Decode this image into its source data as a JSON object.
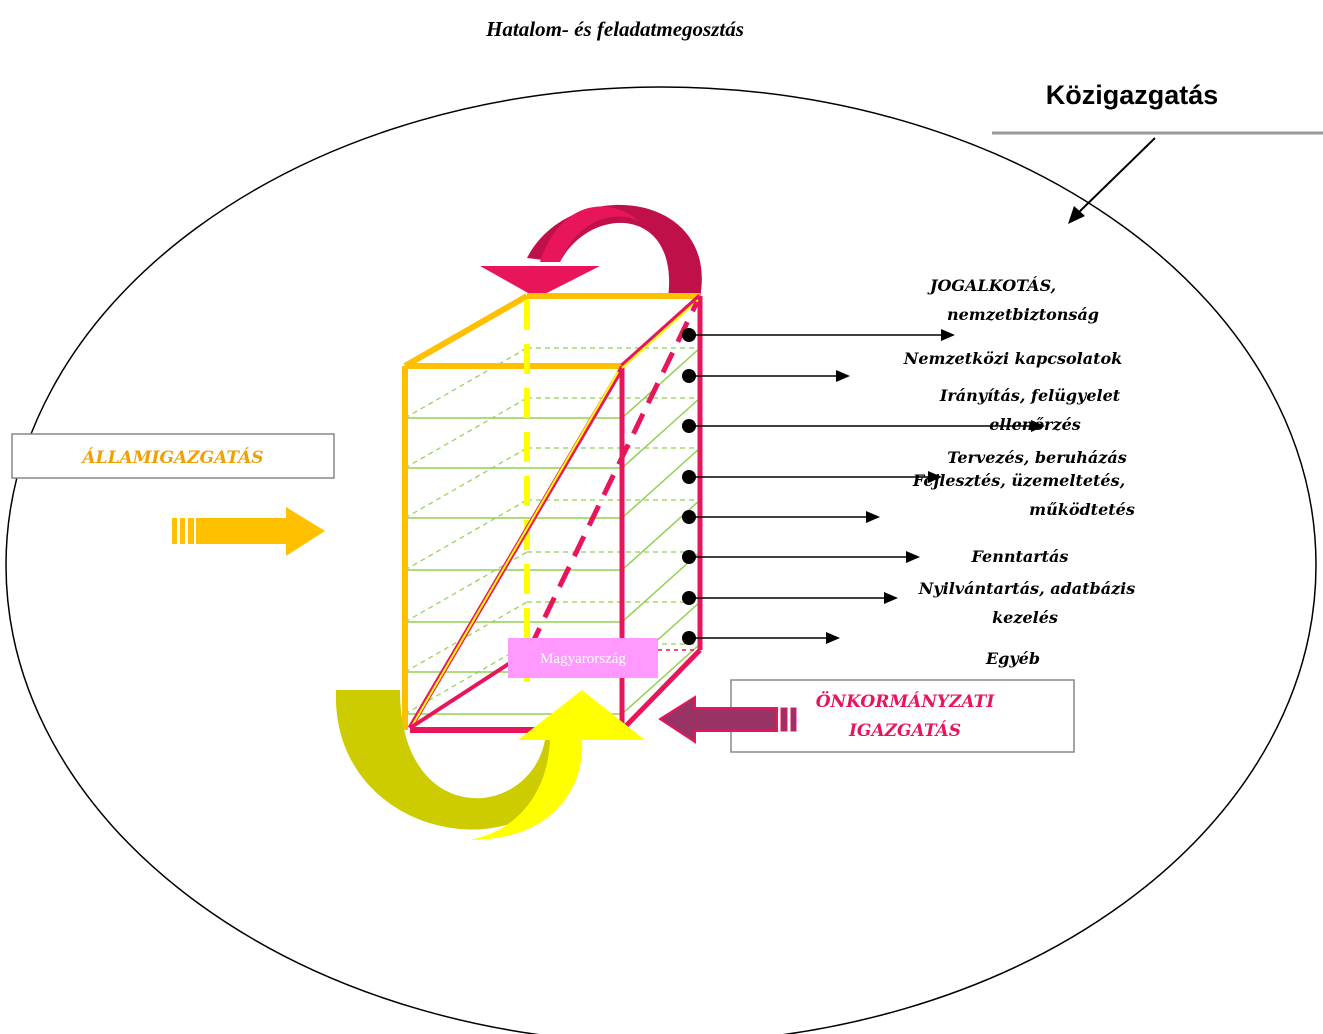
{
  "title": "Hatalom- és feladatmegosztás",
  "outer_label": "Közigazgatás",
  "left_box_label": "ÁLLAMIGAZGATÁS",
  "right_box_label_line1": "ÖNKORMÁNYZATI",
  "right_box_label_line2": "IGAZGATÁS",
  "center_label": "Magyarország",
  "items": [
    {
      "line1": "JOGALKOTÁS,",
      "line2": "nemzetbiztonság"
    },
    {
      "line1": "Nemzetközi kapcsolatok",
      "line2": ""
    },
    {
      "line1": "Irányítás, felügyelet",
      "line2": "ellenőrzés"
    },
    {
      "line1": "Tervezés, beruházás",
      "line2": ""
    },
    {
      "line1": "Fejlesztés, üzemeltetés,",
      "line2": "működtetés"
    },
    {
      "line1": "Fenntartás",
      "line2": ""
    },
    {
      "line1": "Nyilvántartás, adatbázis",
      "line2": "kezelés"
    },
    {
      "line1": "Egyéb",
      "line2": ""
    }
  ],
  "colors": {
    "state": "#ffc000",
    "state_box_text": "#f0a000",
    "local": "#e8155a",
    "local_dark": "#c0104a",
    "layers": "#92d050",
    "center_box": "#ff99ff",
    "yellow_arrow": "#ffff00",
    "yellow_arrow_dark": "#cccc00",
    "arrow_red": "#993366"
  }
}
